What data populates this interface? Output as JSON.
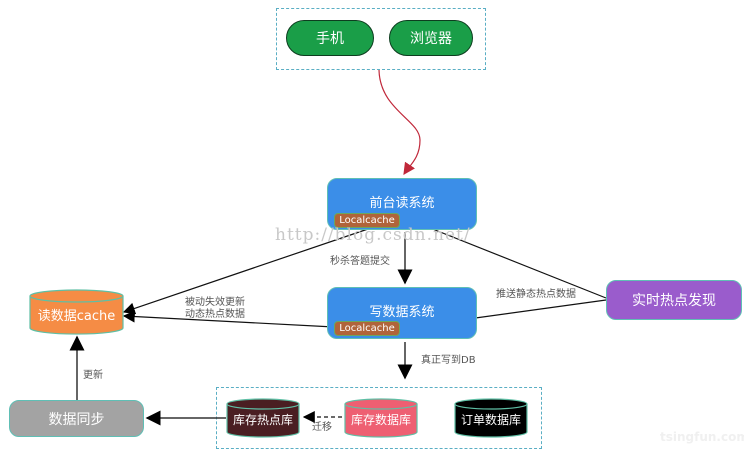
{
  "clients": {
    "phone": "手机",
    "browser": "浏览器"
  },
  "read_system": {
    "label": "前台读系统",
    "cache": "Localcache"
  },
  "write_system": {
    "label": "写数据系统",
    "cache": "Localcache"
  },
  "hot_discovery": {
    "label": "实时热点发现"
  },
  "read_cache": {
    "label": "读数据cache"
  },
  "data_sync": {
    "label": "数据同步"
  },
  "databases": {
    "hot_stock": "库存热点库",
    "stock": "库存数据库",
    "order": "订单数据库"
  },
  "edge_labels": {
    "submit": "秒杀答题提交",
    "write_db": "真正写到DB",
    "passive_1": "被动失效更新",
    "passive_2": "动态热点数据",
    "push_static": "推送静态热点数据",
    "update": "更新",
    "migrate": "迁移"
  },
  "watermarks": {
    "csdn": "http://blog.csdn.net/",
    "tsingfun": "tsingfun.com"
  },
  "colors": {
    "green": "#1a9e48",
    "blue": "#3b8ee8",
    "purple": "#9a5ccc",
    "orange": "#f58c45",
    "gray": "#a3a3a3",
    "darkred": "#4a1e22",
    "pink": "#ee5f72",
    "black": "#000000",
    "cache_brown": "#b0643a",
    "red_arrow": "#c0283a"
  }
}
